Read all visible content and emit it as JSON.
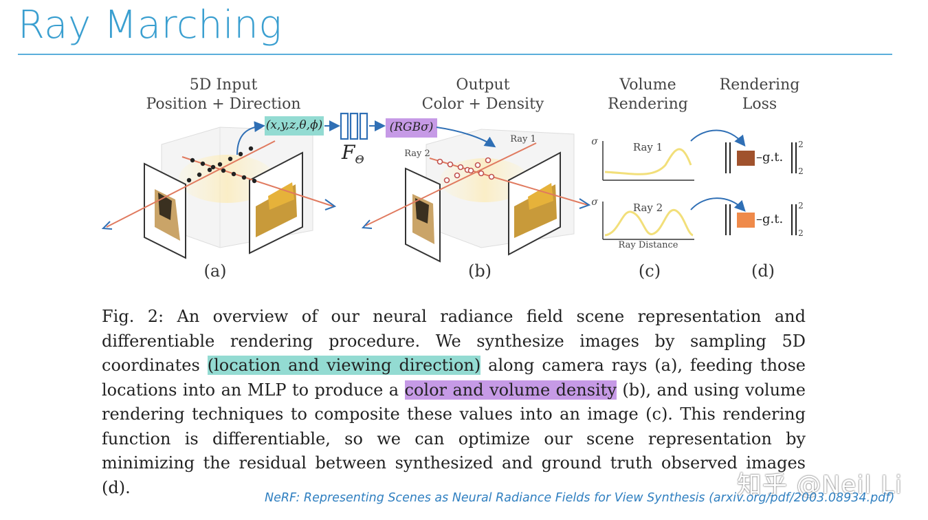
{
  "slide": {
    "title": "Ray Marching",
    "citation": "NeRF: Representing Scenes as Neural Radiance Fields for View Synthesis (arxiv.org/pdf/2003.08934.pdf)",
    "watermark": "知乎 @Neil Li"
  },
  "figure": {
    "panel_a": {
      "header_line1": "5D Input",
      "header_line2": "Position + Direction",
      "letter": "(a)"
    },
    "input_box": "(x,y,z,θ,ϕ)",
    "network_label": "F",
    "network_subscript": "Θ",
    "output_box": "(RGBσ)",
    "panel_b": {
      "header_line1": "Output",
      "header_line2": "Color + Density",
      "letter": "(b)",
      "ray1": "Ray 1",
      "ray2": "Ray 2"
    },
    "panel_c": {
      "header_line1": "Volume",
      "header_line2": "Rendering",
      "letter": "(c)",
      "sigma": "σ",
      "ray1": "Ray 1",
      "ray2": "Ray 2",
      "xlabel": "Ray Distance"
    },
    "panel_d": {
      "header_line1": "Rendering",
      "header_line2": "Loss",
      "letter": "(d)",
      "gt": "g.t.",
      "exp": "2",
      "sub": "2"
    },
    "colors": {
      "teal": "#93dbd2",
      "purple": "#c69ae6",
      "ray": "#e07a5f",
      "arrow": "#2f6fb5",
      "curve": "#f2df7a",
      "swatch1": "#a0522d",
      "swatch2": "#ef8a4a"
    }
  },
  "caption": {
    "part1": "Fig. 2: An overview of our neural radiance field scene representation and differentiable rendering procedure. We synthesize images by sampling 5D coordinates ",
    "highlight1": "(location and viewing direction)",
    "part2": " along camera rays (a), feeding those locations into an MLP to produce a ",
    "highlight2": "color and volume density",
    "part3": " (b), and using volume rendering techniques to composite these values into an image (c). This rendering function is differentiable, so we can optimize our scene representation by minimizing the residual between synthesized and ground truth observed images (d)."
  }
}
